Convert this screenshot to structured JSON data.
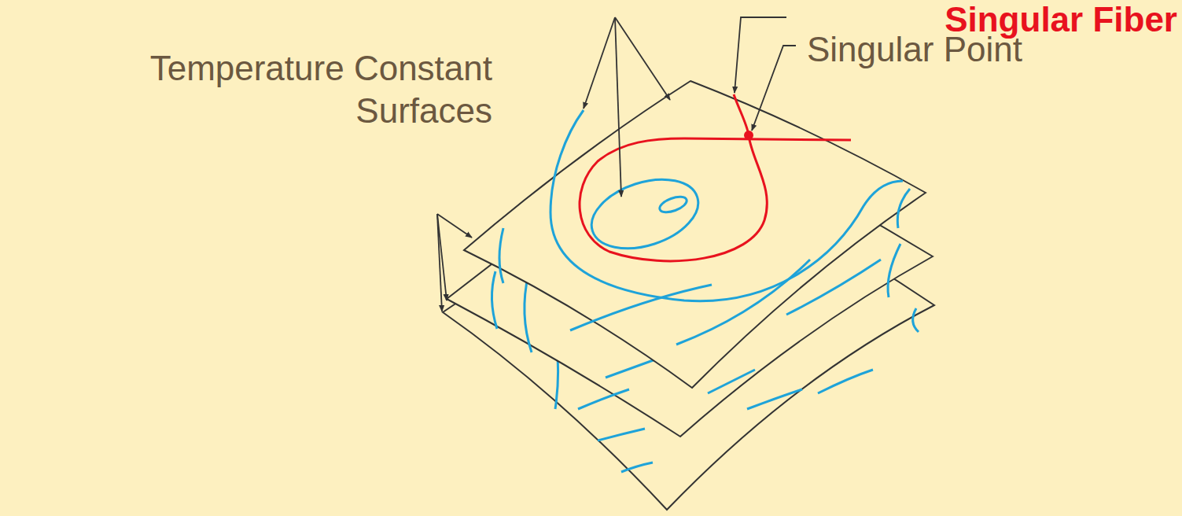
{
  "diagram": {
    "labels": [
      "Temperature Constant Surfaces",
      "Singular Fiber",
      "Singular Point"
    ]
  }
}
